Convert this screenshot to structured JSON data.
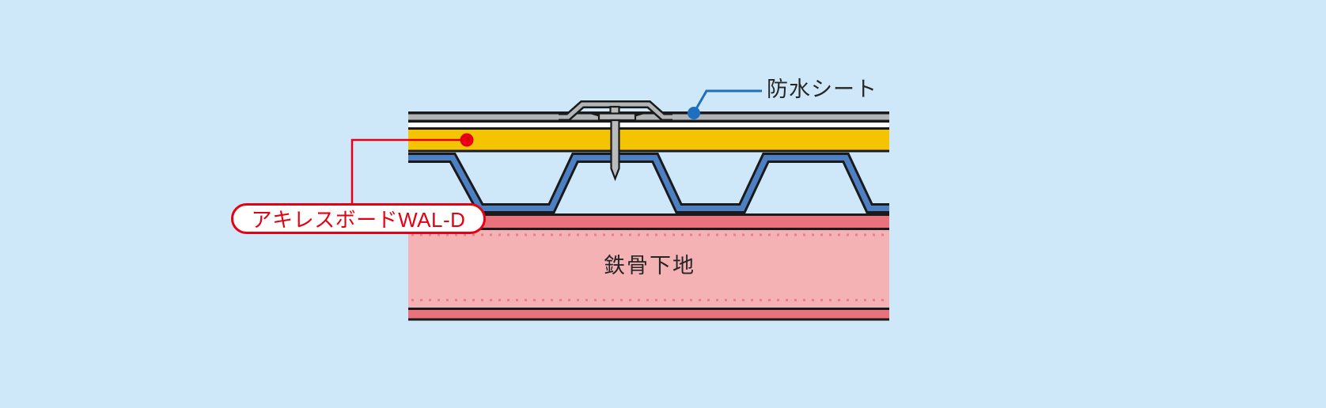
{
  "page": {
    "background_color": "#cfe8f9",
    "kind": "construction cross-section diagram"
  },
  "diagram": {
    "callouts": [
      {
        "id": "waterproof-sheet",
        "label": "防水シート",
        "leader_color": "#1f6fc0",
        "marker": "blue-dot"
      },
      {
        "id": "achilles-board",
        "label": "アキレスボードWAL-D",
        "leader_color": "#e60012",
        "marker": "red-dot",
        "style": "white pill with red border and red text"
      },
      {
        "id": "steel-substrate",
        "label": "鉄骨下地",
        "leader_color": null,
        "marker": "none"
      }
    ],
    "layers_top_to_bottom": [
      "防水シート (gray waterproof sheet with overlap joint and fastener)",
      "アキレスボードWAL-D (yellow insulation board)",
      "blue trapezoidal steel deck",
      "鉄骨下地 (pink steel substrate)"
    ],
    "colors": {
      "waterproof_sheet": "#b2b4b6",
      "insulation_board": "#f5c400",
      "steel_deck": "#4d80c3",
      "substrate_light": "#f4b2b5",
      "substrate_dark": "#e9727c",
      "outline": "#1a1a1a",
      "accent_red": "#e60012",
      "accent_blue": "#1f6fc0",
      "fastener_metal": "#b9bbbd"
    }
  }
}
